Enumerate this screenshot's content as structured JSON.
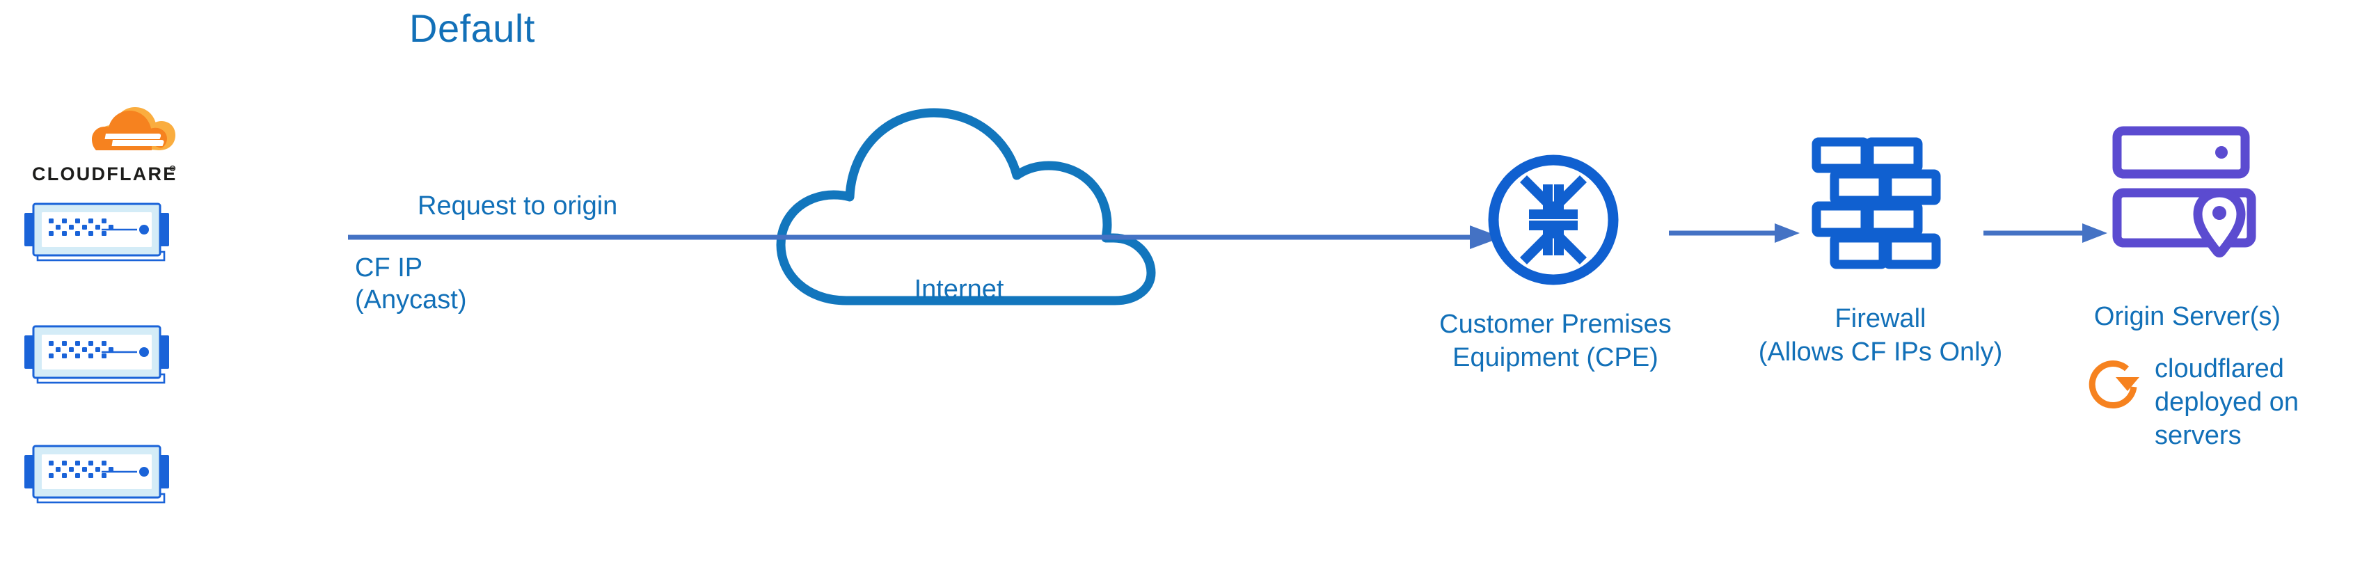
{
  "title": "Default",
  "colors": {
    "title_blue": "#1270b8",
    "label_blue": "#1270b8",
    "arrow_blue": "#4472c4",
    "icon_blue": "#1060d0",
    "cloud_blue": "#1276bd",
    "server_blue": "#1a63d8",
    "server_fill": "#d4ecf7",
    "origin_purple": "#5b4bd0",
    "cloudflare_orange": "#f6821f",
    "cloudflare_orange_light": "#faad3f",
    "wordmark_black": "#1d1d1b"
  },
  "brand": {
    "logo_name": "cloudflare-logo",
    "wordmark": "CLOUDFLARE",
    "registered_mark": "®"
  },
  "servers": {
    "count": 3,
    "icon_name": "cloudflare-edge-server",
    "items": [
      {
        "id": "server-1"
      },
      {
        "id": "server-2"
      },
      {
        "id": "server-3"
      }
    ]
  },
  "flow": {
    "request_label": "Request to origin",
    "cf_ip_line1": "CF IP",
    "cf_ip_line2": "(Anycast)",
    "arrow_main_name": "arrow-edge-to-cpe",
    "arrow_cpe_firewall_name": "arrow-cpe-to-firewall",
    "arrow_firewall_origin_name": "arrow-firewall-to-origin"
  },
  "internet": {
    "label": "Internet",
    "icon_name": "cloud-icon"
  },
  "cpe": {
    "label_line1": "Customer Premises",
    "label_line2": "Equipment (CPE)",
    "icon_name": "router-icon"
  },
  "firewall": {
    "label_line1": "Firewall",
    "label_line2": "(Allows CF IPs Only)",
    "icon_name": "brick-wall-icon"
  },
  "origin": {
    "label": "Origin Server(s)",
    "icon_name": "origin-server-icon"
  },
  "cloudflared": {
    "icon_name": "refresh-cycle-icon",
    "line1": "cloudflared",
    "line2": "deployed on",
    "line3": "servers"
  }
}
